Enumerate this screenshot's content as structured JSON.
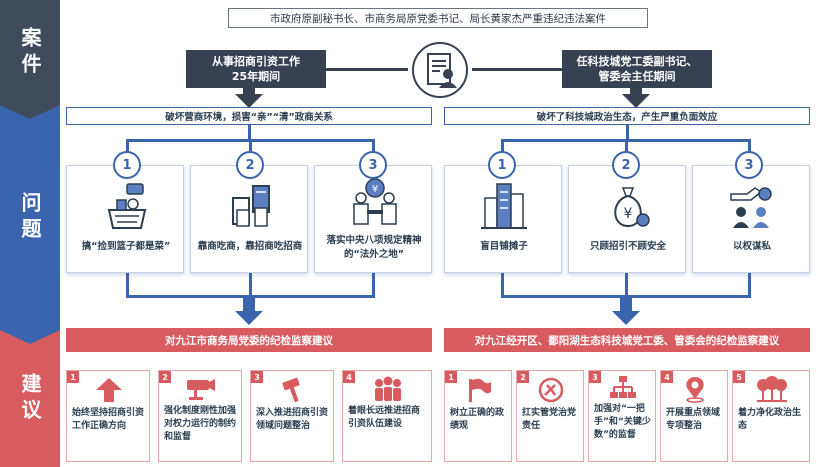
{
  "sidebar": {
    "case": "案件",
    "problem": "问题",
    "advice": "建议"
  },
  "case_title": "市政府原副秘书长、市商务局原党委书记、局长黄家杰严重违纪违法案件",
  "left_period": [
    "从事招商引资工作",
    "25年期间"
  ],
  "right_period": [
    "任科技城党工委副书记、",
    "管委会主任期间"
  ],
  "left_subhead": "破坏营商环境，损害“亲”“清”政商关系",
  "right_subhead": "破坏了科技城政治生态，产生严重负面效应",
  "left_problems": [
    {
      "num": "1",
      "label": "搞“捡到篮子都是菜”"
    },
    {
      "num": "2",
      "label": "靠商吃商，靠招商吃招商"
    },
    {
      "num": "3",
      "label": "落实中央八项规定精神的“法外之地”"
    }
  ],
  "right_problems": [
    {
      "num": "1",
      "label": "盲目铺摊子"
    },
    {
      "num": "2",
      "label": "只顾招引不顾安全"
    },
    {
      "num": "3",
      "label": "以权谋私"
    }
  ],
  "left_advice_title": "对九江市商务局党委的纪检监察建议",
  "right_advice_title": "对九江经开区、鄱阳湖生态科技城党工委、管委会的纪检监察建议",
  "left_suggestions": [
    {
      "num": "1",
      "label": "始终坚持招商引资工作正确方向"
    },
    {
      "num": "2",
      "label": "强化制度刚性加强对权力运行的制约和监督"
    },
    {
      "num": "3",
      "label": "深入推进招商引资领域问题整治"
    },
    {
      "num": "4",
      "label": "着眼长远推进招商引资队伍建设"
    }
  ],
  "right_suggestions": [
    {
      "num": "1",
      "label": "树立正确的政绩观"
    },
    {
      "num": "2",
      "label": "扛实管党治党责任"
    },
    {
      "num": "3",
      "label": "加强对“一把手”和“关键少数”的监督"
    },
    {
      "num": "4",
      "label": "开展重点领域专项整治"
    },
    {
      "num": "5",
      "label": "着力净化政治生态"
    }
  ],
  "icons": {
    "case": "document-person-icon",
    "left_problems": [
      "money-basket-icon",
      "hand-money-icon",
      "officials-banquet-icon"
    ],
    "right_problems": [
      "buildings-icon",
      "money-bag-icon",
      "hand-coin-person-icon"
    ],
    "left_suggestions": [
      "up-arrow-icon",
      "camera-icon",
      "hammer-icon",
      "team-icon"
    ],
    "right_suggestions": [
      "flag-icon",
      "party-emblem-icon",
      "hierarchy-icon",
      "location-pin-icon",
      "trees-icon"
    ]
  },
  "colors": {
    "dark": "#3f4a5b",
    "blue": "#3a64ad",
    "red": "#d85b5f"
  }
}
